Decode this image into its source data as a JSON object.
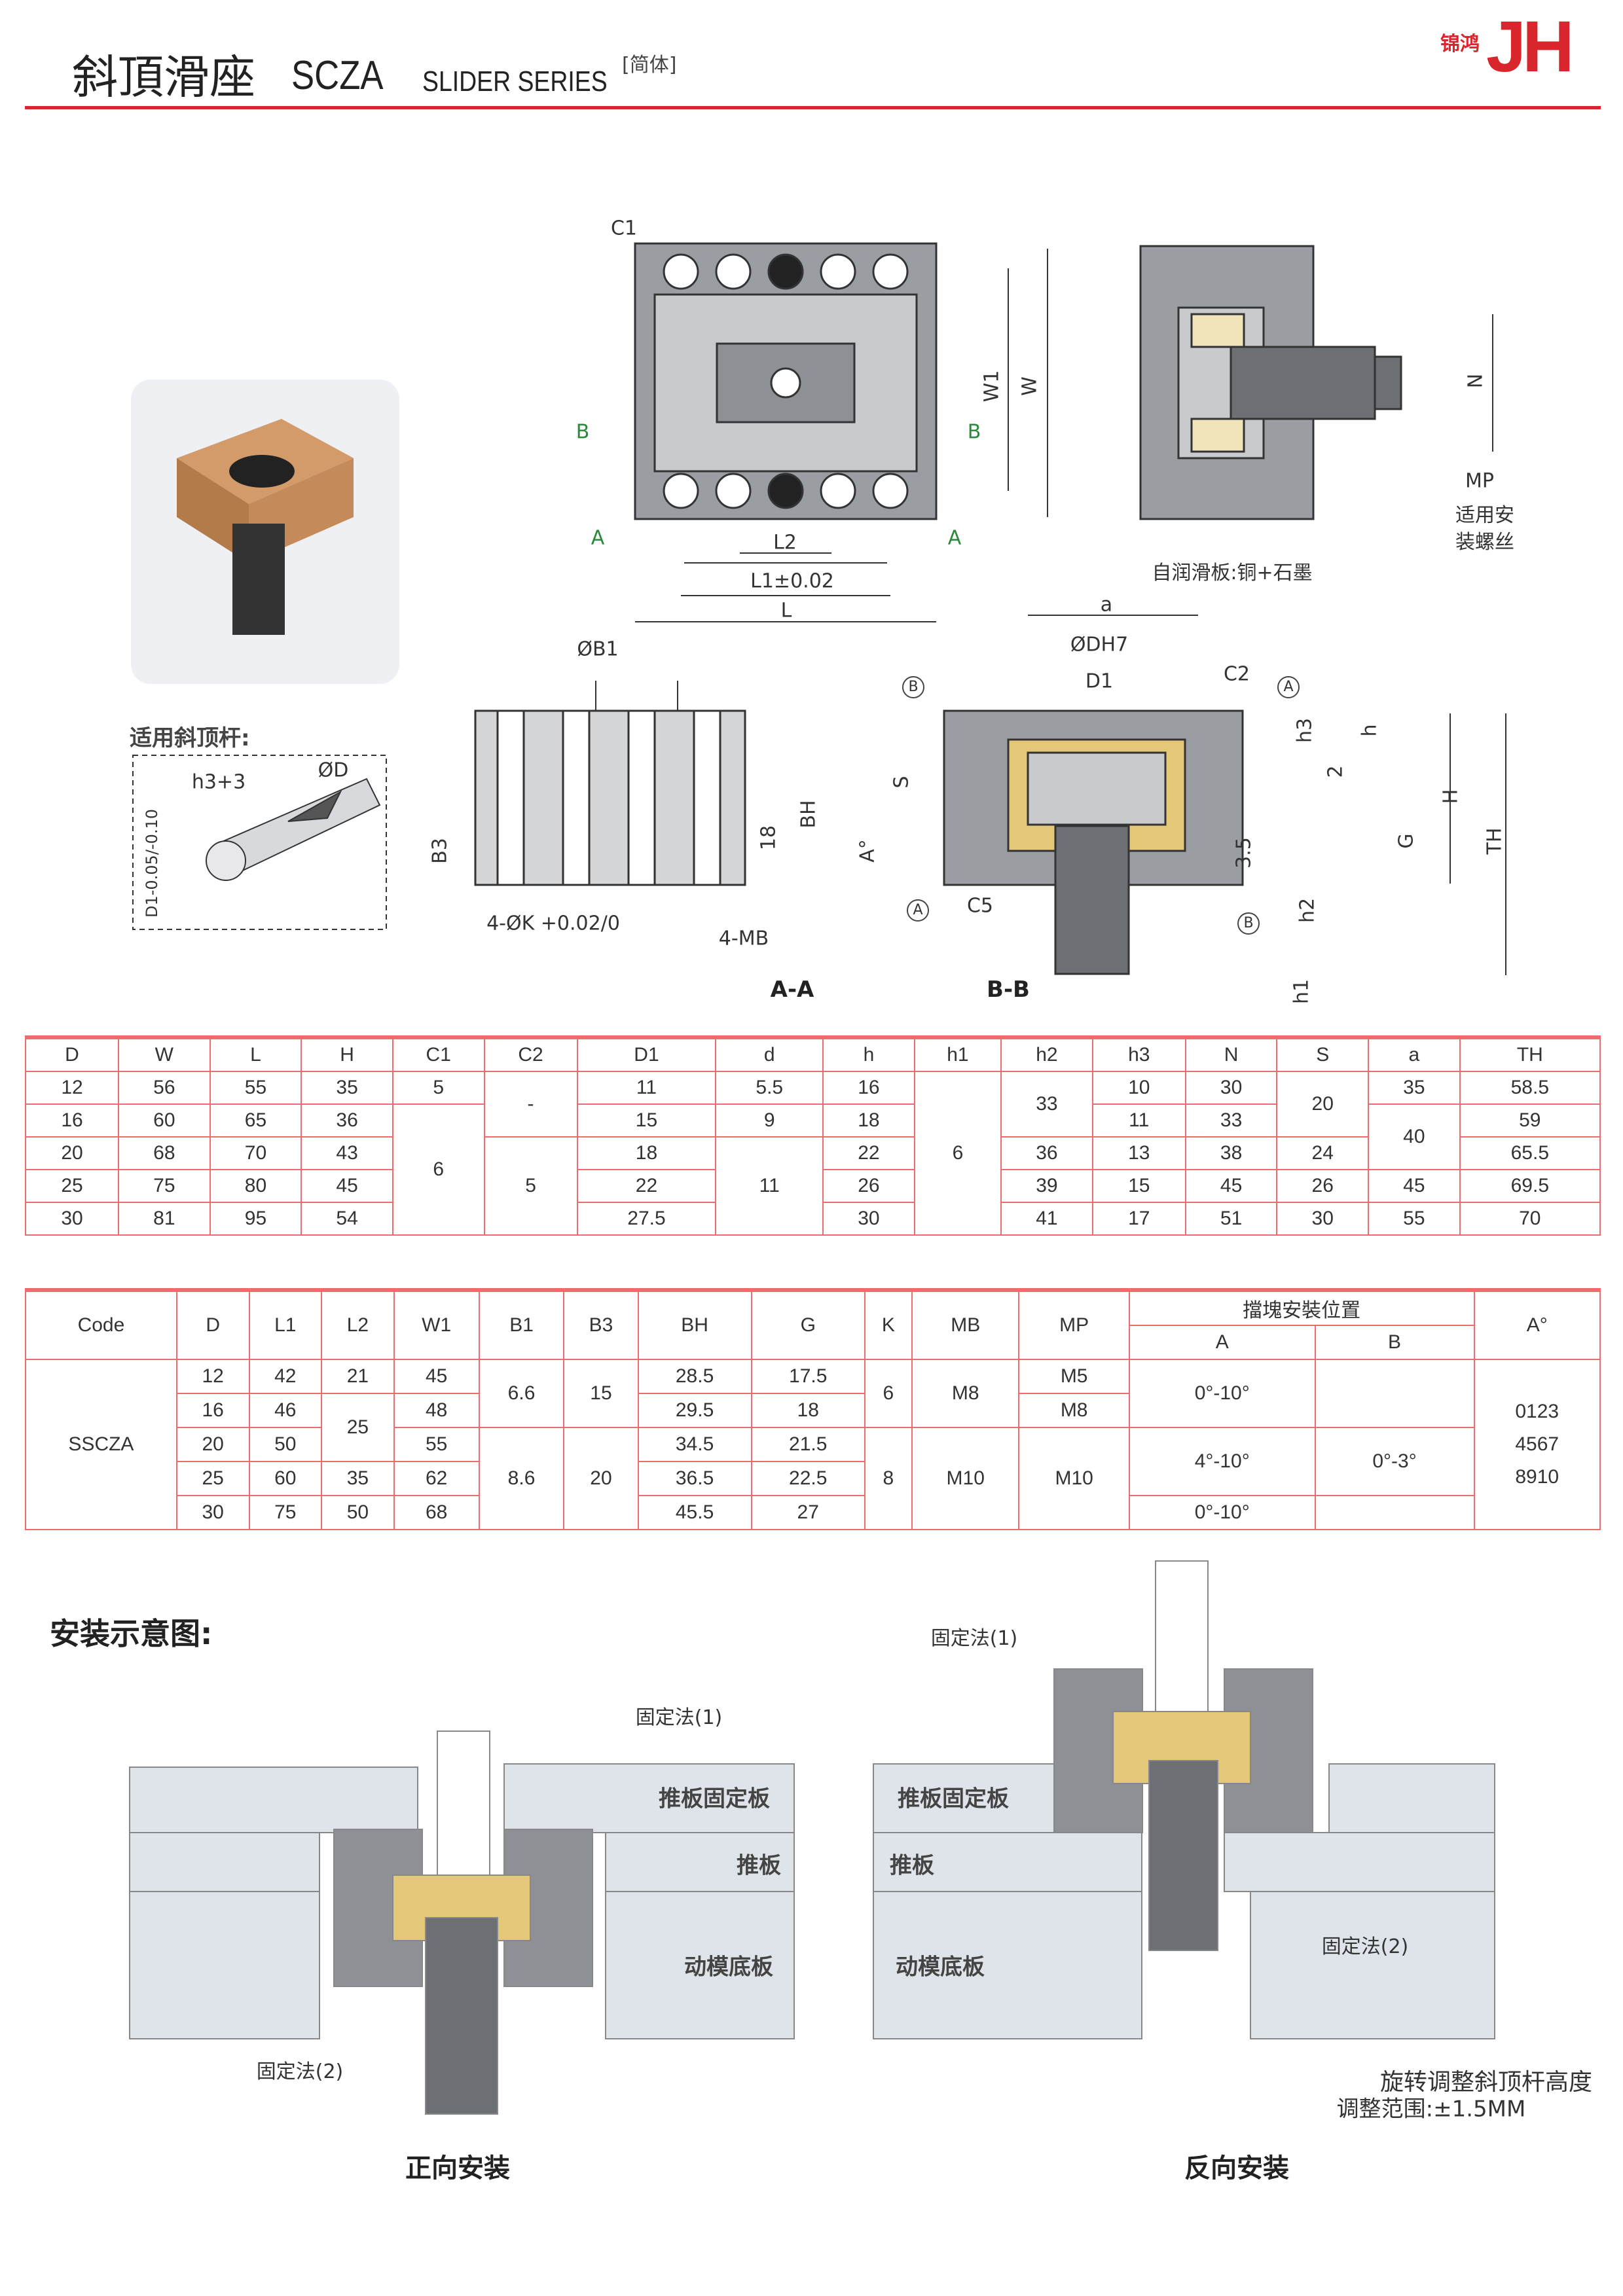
{
  "header": {
    "title_cn": "斜頂滑座",
    "code": "SCZA",
    "series": "SLIDER SERIES",
    "lang": "[简体]",
    "logo_cn": "锦鸿",
    "logo_mark": "JH",
    "accent": "#d9262c"
  },
  "drawings": {
    "top_view": {
      "c1": "C1",
      "w1": "W1",
      "w": "W",
      "b_left": "B",
      "b_right": "B",
      "a_left": "A",
      "a_right": "A",
      "l2": "L2",
      "l1": "L1±0.02",
      "l": "L"
    },
    "side_view": {
      "n": "N",
      "mp": "MP",
      "screw_1": "适用安",
      "screw_2": "装螺丝",
      "plate": "自润滑板:铜+石墨"
    },
    "rod": {
      "title": "适用斜顶杆:",
      "h3": "h3+3",
      "od": "ØD",
      "d1": "D1-0.05/-0.10"
    },
    "section_aa": {
      "b1": "ØB1",
      "b3": "B3",
      "n18": "18",
      "bh": "BH",
      "k": "4-ØK +0.02/0",
      "mb": "4-MB",
      "name": "A-A"
    },
    "section_bb": {
      "a": "a",
      "dh7": "ØDH7",
      "d1": "D1",
      "c2": "C2",
      "circ_a": "A",
      "circ_b": "B",
      "h3": "h3",
      "h": "h",
      "n2": "2",
      "H": "H",
      "th": "TH",
      "g": "G",
      "n35": "3.5",
      "h2": "h2",
      "h1": "h1",
      "s": "S",
      "angle": "A°",
      "circ_a2": "A",
      "c5": "C5",
      "circ_b2": "B",
      "name": "B-B"
    }
  },
  "table1": {
    "headers": [
      "D",
      "W",
      "L",
      "H",
      "C1",
      "C2",
      "D1",
      "d",
      "h",
      "h1",
      "h2",
      "h3",
      "N",
      "S",
      "a",
      "TH"
    ],
    "rows": [
      [
        "12",
        "56",
        "55",
        "35",
        "5",
        "-",
        "11",
        "5.5",
        "16",
        "6",
        "33",
        "10",
        "30",
        "20",
        "35",
        "58.5"
      ],
      [
        "16",
        "60",
        "65",
        "36",
        "6",
        "",
        "15",
        "9",
        "18",
        "",
        "",
        "11",
        "33",
        "",
        "40",
        "59"
      ],
      [
        "20",
        "68",
        "70",
        "43",
        "",
        "5",
        "18",
        "11",
        "22",
        "",
        "36",
        "13",
        "38",
        "24",
        "",
        "65.5"
      ],
      [
        "25",
        "75",
        "80",
        "45",
        "",
        "",
        "22",
        "",
        "26",
        "",
        "39",
        "15",
        "45",
        "26",
        "45",
        "69.5"
      ],
      [
        "30",
        "81",
        "95",
        "54",
        "",
        "",
        "27.5",
        "",
        "30",
        "",
        "41",
        "17",
        "51",
        "30",
        "55",
        "70"
      ]
    ]
  },
  "table2": {
    "headers": [
      "Code",
      "D",
      "L1",
      "L2",
      "W1",
      "B1",
      "B3",
      "BH",
      "G",
      "K",
      "MB",
      "MP",
      "擋塊安裝位置",
      "A°"
    ],
    "sub_headers": [
      "A",
      "B"
    ],
    "code": "SSCZA",
    "angles": [
      "0123",
      "4567",
      "8910"
    ],
    "rows": [
      {
        "D": "12",
        "L1": "42",
        "L2": "21",
        "W1": "45",
        "B1": "6.6",
        "B3": "15",
        "BH": "28.5",
        "G": "17.5",
        "K": "6",
        "MB": "M8",
        "MP": "M5",
        "A": "0°-10°",
        "B": ""
      },
      {
        "D": "16",
        "L1": "46",
        "L2": "25",
        "W1": "48",
        "BH": "29.5",
        "G": "18",
        "MP": "M8"
      },
      {
        "D": "20",
        "L1": "50",
        "W1": "55",
        "B1": "8.6",
        "B3": "20",
        "BH": "34.5",
        "G": "21.5",
        "K": "8",
        "MB": "M10",
        "MP": "M10",
        "A": "4°-10°",
        "B": "0°-3°"
      },
      {
        "D": "25",
        "L1": "60",
        "L2": "35",
        "W1": "62",
        "BH": "36.5",
        "G": "22.5"
      },
      {
        "D": "30",
        "L1": "75",
        "L2": "50",
        "W1": "68",
        "BH": "45.5",
        "G": "27",
        "A": "0°-10°",
        "B": ""
      }
    ]
  },
  "install": {
    "title": "安装示意图:",
    "forward": {
      "fix1": "固定法(1)",
      "plate_fixed": "推板固定板",
      "plate": "推板",
      "base": "动模底板",
      "fix2": "固定法(2)",
      "caption": "正向安装"
    },
    "reverse": {
      "fix1": "固定法(1)",
      "plate_fixed": "推板固定板",
      "plate": "推板",
      "base": "动模底板",
      "fix2": "固定法(2)",
      "note1": "旋转调整斜顶杆高度",
      "note2": "调整范围:±1.5MM",
      "caption": "反向安装"
    }
  }
}
